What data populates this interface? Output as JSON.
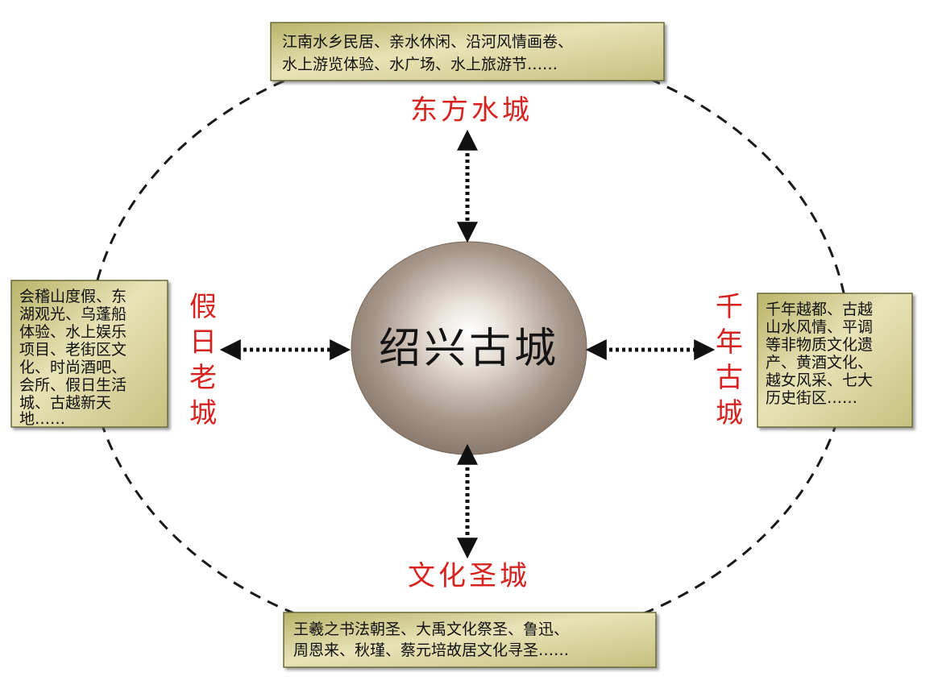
{
  "center": {
    "label": "绍兴古城"
  },
  "nodes": {
    "top": {
      "label": "东方水城",
      "box_lines": [
        "江南水乡民居、亲水休闲、沿河风情画卷、",
        "水上游览体验、水广场、水上旅游节……"
      ]
    },
    "bottom": {
      "label": "文化圣城",
      "box_lines": [
        "王羲之书法朝圣、大禹文化祭圣、鲁迅、",
        "周恩来、秋瑾、蔡元培故居文化寻圣……"
      ]
    },
    "left": {
      "label_chars": [
        "假",
        "日",
        "老",
        "城"
      ],
      "box_lines": [
        "会稽山度假、东",
        "湖观光、乌蓬船",
        "体验、水上娱乐",
        "项目、老街区文",
        "化、时尚酒吧、",
        "会所、假日生活",
        "城、古越新天",
        "地……"
      ]
    },
    "right": {
      "label_chars": [
        "千",
        "年",
        "古",
        "城"
      ],
      "box_lines": [
        "千年越都、古越",
        "山水风情、平调",
        "等非物质文化遗",
        "产、黄酒文化、",
        "越女风采、七大",
        "历史街区……"
      ]
    }
  },
  "colors": {
    "label_red": "#d7231f",
    "box_fill": "#d9d499",
    "box_border": "#6b6b3a",
    "sphere_base": "#8a7866",
    "arrow": "#111111",
    "dash": "#1a1a1a"
  }
}
